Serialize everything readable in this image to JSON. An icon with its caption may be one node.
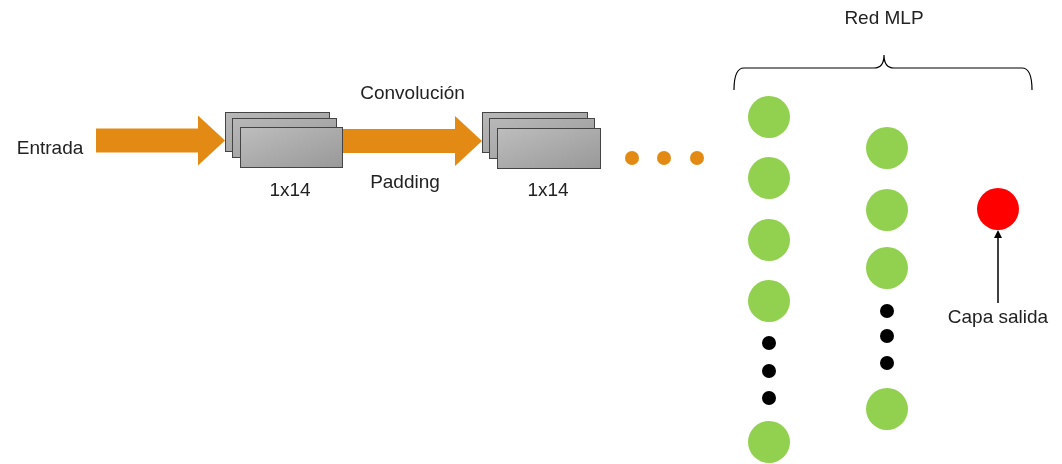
{
  "diagram": {
    "nodes": [
      {
        "text": [
          "Entrada"
        ]
      },
      {
        "text": [],
        "shape": "box",
        "beside": [
          "1x14"
        ]
      },
      {
        "text": [],
        "shape": "box",
        "beside": [
          "1x14"
        ]
      },
      {
        "text": [],
        "shape": "circle"
      },
      {
        "text": [],
        "shape": "circle"
      },
      {
        "text": [],
        "shape": "circle"
      },
      {
        "text": [],
        "shape": "circle"
      },
      {
        "text": [],
        "shape": "circle"
      },
      {
        "text": [],
        "shape": "circle"
      },
      {
        "text": [],
        "shape": "circle"
      },
      {
        "text": [],
        "shape": "circle"
      },
      {
        "text": [],
        "shape": "circle"
      },
      {
        "text": [],
        "shape": "circle"
      },
      {
        "text": [
          "Capa salida"
        ]
      }
    ],
    "edges": [
      {
        "from": 0,
        "to": 1,
        "arrow": "to"
      },
      {
        "from": 1,
        "to": 2,
        "arrow": "to",
        "label": "Convolución"
      },
      {
        "from": 13,
        "to": 12,
        "arrow": "to",
        "color": "#000000"
      }
    ],
    "labels": [
      "Padding",
      "Red MLP"
    ]
  }
}
